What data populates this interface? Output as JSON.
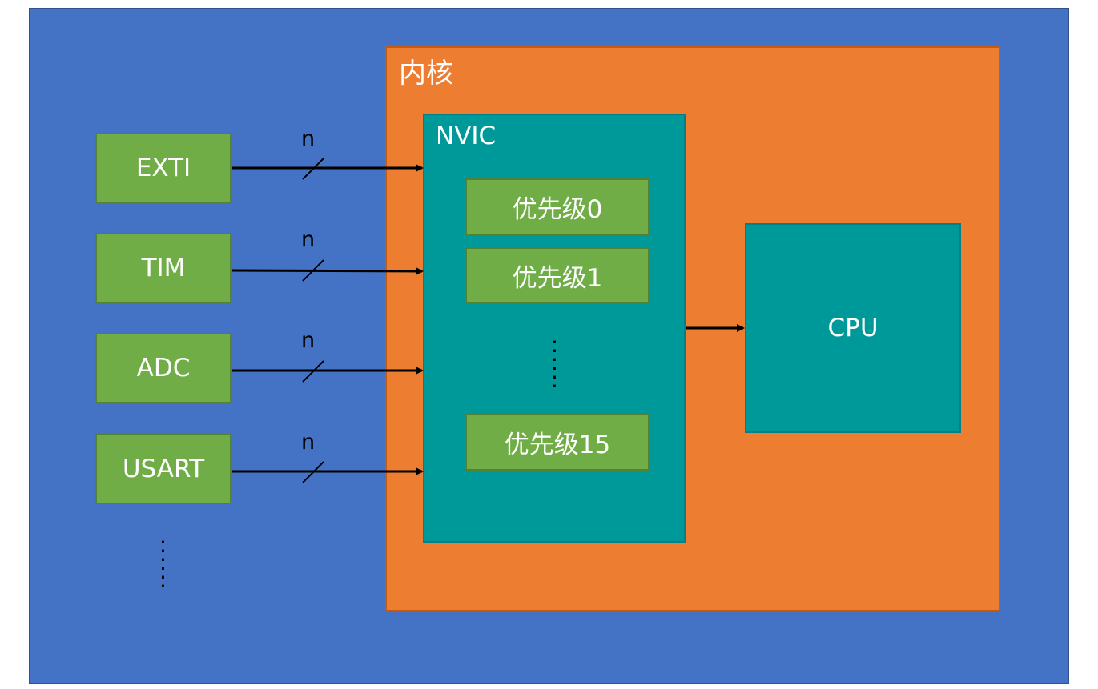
{
  "kernel": {
    "title": "内核"
  },
  "nvic": {
    "title": "NVIC",
    "priorities": [
      "优先级0",
      "优先级1",
      "优先级15"
    ]
  },
  "cpu": {
    "label": "CPU"
  },
  "sources": [
    "EXTI",
    "TIM",
    "ADC",
    "USART"
  ],
  "bus_labels": [
    "n",
    "n",
    "n",
    "n"
  ],
  "colors": {
    "background": "#4472c4",
    "kernel": "#ed7d31",
    "nvic": "#009999",
    "block": "#70ad47"
  }
}
